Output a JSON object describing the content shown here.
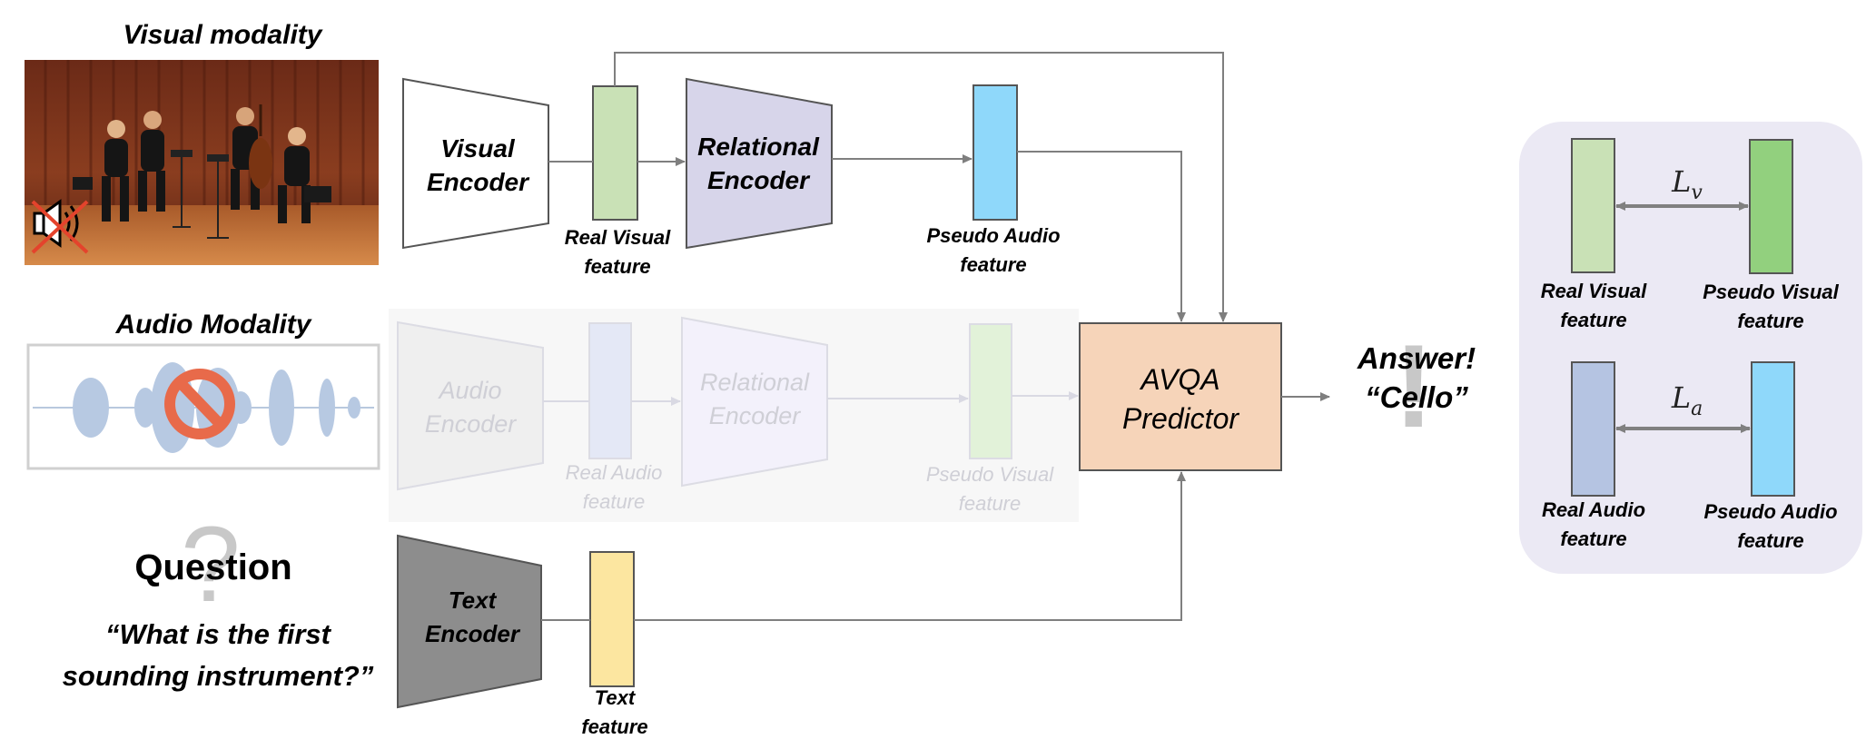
{
  "visual": {
    "title": "Visual modality",
    "encoder": [
      "Visual",
      "Encoder"
    ],
    "real_feature": [
      "Real Visual",
      "feature"
    ],
    "relational": [
      "Relational",
      "Encoder"
    ],
    "pseudo_feature": [
      "Pseudo Audio",
      "feature"
    ]
  },
  "audio": {
    "title": "Audio Modality",
    "encoder": [
      "Audio",
      "Encoder"
    ],
    "real_feature": [
      "Real Audio",
      "feature"
    ],
    "relational": [
      "Relational",
      "Encoder"
    ],
    "pseudo_feature": [
      "Pseudo Visual",
      "feature"
    ]
  },
  "question": {
    "title": "Question",
    "text": [
      "“What is the first",
      "sounding instrument?”"
    ],
    "encoder": [
      "Text",
      "Encoder"
    ],
    "feature": [
      "Text",
      "feature"
    ]
  },
  "predictor": [
    "AVQA",
    "Predictor"
  ],
  "answer": [
    "Answer!",
    "“Cello”"
  ],
  "loss_panel": {
    "top": {
      "left": [
        "Real Visual",
        "feature"
      ],
      "right": [
        "Pseudo Visual",
        "feature"
      ],
      "loss": "L",
      "loss_sub": "v"
    },
    "bottom": {
      "left": [
        "Real Audio",
        "feature"
      ],
      "right": [
        "Pseudo Audio",
        "feature"
      ],
      "loss": "L",
      "loss_sub": "a"
    }
  },
  "colors": {
    "visual_feature": "#c9e1b6",
    "pseudo_audio": "#8fd8fa",
    "relational": "#d7d5ea",
    "predictor": "#f6d4b9",
    "text_feature": "#fce6a0",
    "text_encoder": "#8d8d8d",
    "pseudo_visual": "#92d07e",
    "real_audio": "#b5c4e2",
    "panel_bg": "#ebe9f4",
    "faded_band": "#f7f7f7"
  }
}
